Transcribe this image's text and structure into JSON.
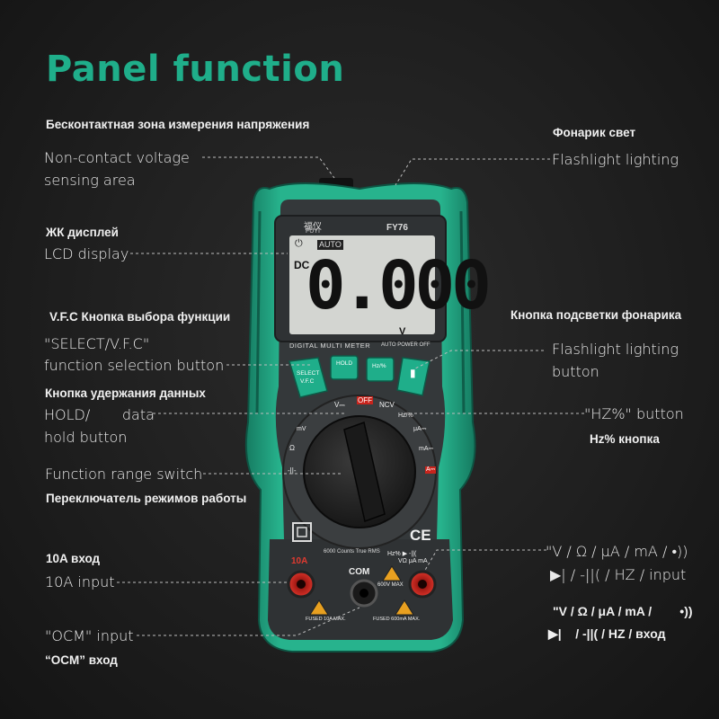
{
  "title": "Panel function",
  "labels": {
    "ncv_ru": "Бесконтактная зона измерения напряжения",
    "ncv_en_1": "Non-contact voltage",
    "ncv_en_2": "sensing area",
    "flash_ru": "Фонарик свет",
    "flash_en": "Flashlight lighting",
    "lcd_ru": "ЖК дисплей",
    "lcd_en": "LCD display",
    "vfc_ru": "V.F.C Кнопка выбора функции",
    "select_en_1": "\"SELECT/V.F.C\"",
    "select_en_2": "function selection button",
    "flashbtn_ru": "Кнопка подсветки фонарика",
    "flashbtn_en_1": "Flashlight lighting",
    "flashbtn_en_2": "button",
    "hold_ru": "Кнопка удержания данных",
    "hold_en_1": "HOLD/       data",
    "hold_en_2": "hold button",
    "hz_en": "\"HZ%\" button",
    "hz_ru": "Hz% кнопка",
    "switch_en": "Function range switch",
    "switch_ru": "Переключатель режимов работы",
    "a10_ru": "10A вход",
    "a10_en": "10A input",
    "vinput_en_1": "\"V / Ω / μA / mA / •))",
    "vinput_en_2": "▶| / -||( / HZ / input",
    "vinput_ru_1": "\"V / Ω / μA / mA /        •))",
    "vinput_ru_2": "▶|    / -||( / HZ / вход",
    "com_en": "\"OCM\" input",
    "com_ru": "“OCM” вход"
  },
  "device": {
    "brand": "福仪",
    "brand_en": "FUYI",
    "model": "FY76",
    "lcd_mode": "AUTO",
    "lcd_dc": "DC",
    "lcd_reading": "0.000",
    "lcd_unit": "V",
    "panel_label": "DIGITAL MULTI METER",
    "auto_power": "AUTO POWER OFF",
    "btn_select": "SELECT",
    "btn_select_sub": "V.F.C",
    "btn_hold": "HOLD",
    "btn_hz": "Hz/%",
    "dial_v": "V⎓",
    "dial_off": "OFF",
    "dial_ncv": "NCV",
    "dial_hz": "Hz/%",
    "dial_ua": "μA⎓",
    "dial_ma": "mA⎓",
    "dial_a": "A⎓",
    "dial_mv": "mV",
    "dial_ohm": "Ω",
    "dial_cap": "-||-",
    "counts": "6000 Counts True RMS",
    "ce": "CE",
    "jack_10a": "10A",
    "jack_com": "COM",
    "jack_v": "Hz% ▶ -||(",
    "jack_v2": "VΩ μA mA",
    "max600": "600V MAX",
    "fused_10a": "FUSED 10A MAX.",
    "fused_600ma": "FUSED 600mA MAX."
  },
  "colors": {
    "accent": "#1fae8a",
    "body": "#22a07e",
    "bezel": "#3b3e40",
    "lcd": "#d4d6d2",
    "jack_red": "#c8241c"
  }
}
